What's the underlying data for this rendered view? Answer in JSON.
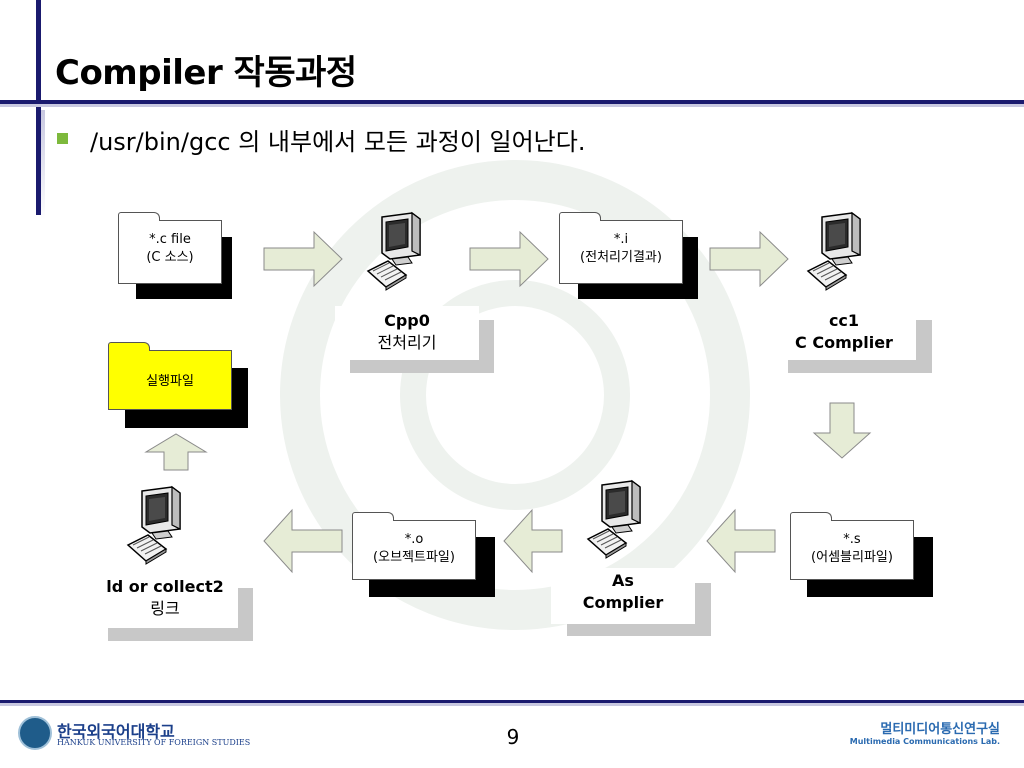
{
  "slide": {
    "title": "Compiler 작동과정",
    "bullet": "/usr/bin/gcc 의 내부에서 모든 과정이 일어난다.",
    "page_number": "9"
  },
  "files": {
    "c_file_line1": "*.c file",
    "c_file_line2": "(C 소스)",
    "i_file_line1": "*.i",
    "i_file_line2": "(전처리기결과)",
    "s_file_line1": "*.s",
    "s_file_line2": "(어셈블리파일)",
    "o_file_line1": "*.o",
    "o_file_line2": "(오브젝트파일)",
    "exe_file": "실행파일"
  },
  "stages": {
    "cpp0_line1": "Cpp0",
    "cpp0_line2": "전처리기",
    "cc1_line1": "cc1",
    "cc1_line2": "C Complier",
    "as_line1": "As",
    "as_line2": "Complier",
    "ld_line1": "ld or collect2",
    "ld_line2": "링크"
  },
  "footer": {
    "university_kr": "한국외국어대학교",
    "university_en": "HANKUK UNIVERSITY OF FOREIGN STUDIES",
    "lab_kr": "멀티미디어통신연구실",
    "lab_en": "Multimedia Communications Lab."
  },
  "colors": {
    "navy": "#1a1a6e",
    "bullet_green": "#7db93c",
    "exe_yellow": "#ffff00",
    "arrow_fill": "#e6ecd6"
  }
}
